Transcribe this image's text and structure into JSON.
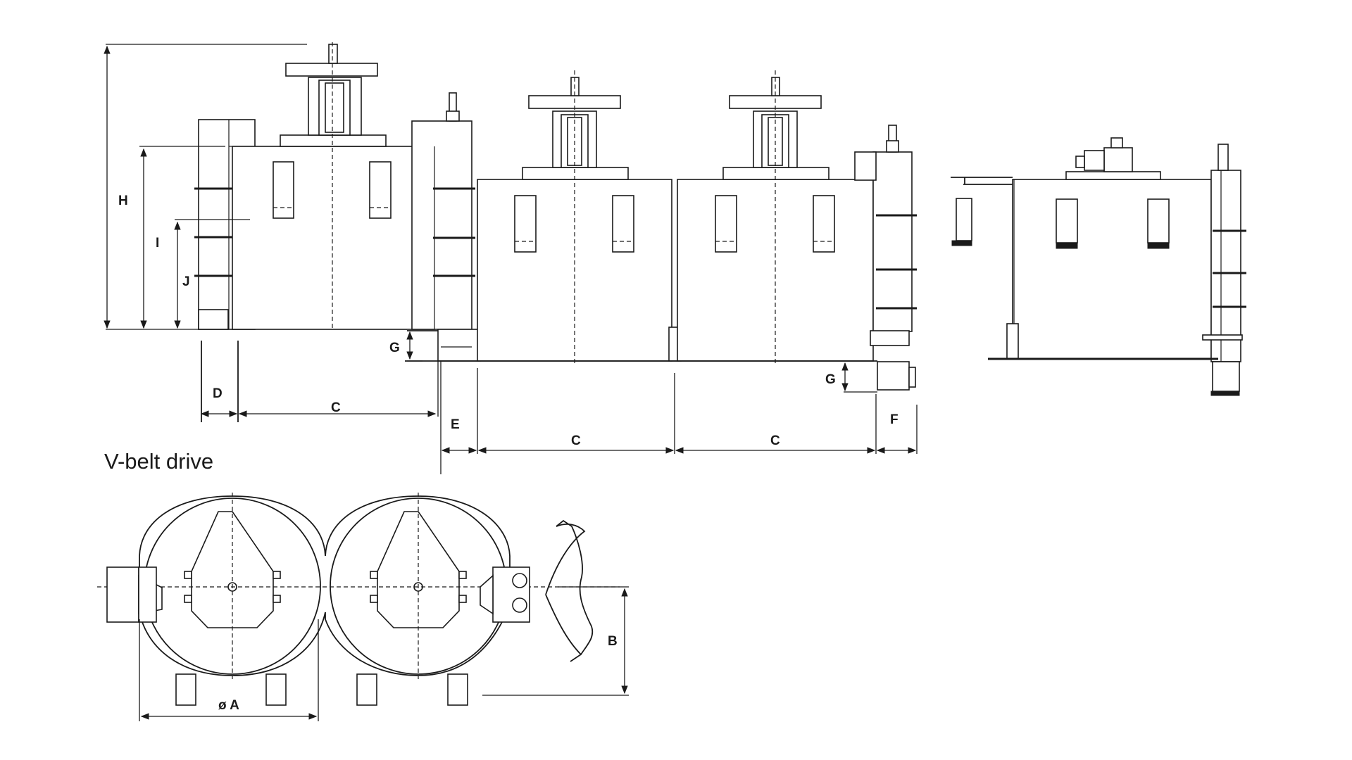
{
  "caption": "V-belt drive",
  "dimensions": {
    "H": "H",
    "I": "I",
    "J": "J",
    "G1": "G",
    "G2": "G",
    "D": "D",
    "C1": "C",
    "E": "E",
    "C2": "C",
    "C3": "C",
    "F": "F",
    "B": "B",
    "A": "ø A"
  }
}
